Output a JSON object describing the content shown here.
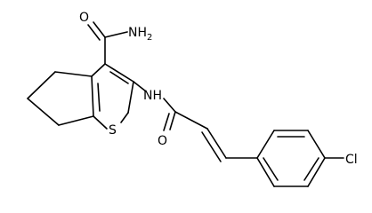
{
  "molecule": {
    "atom_labels": {
      "amide_oxygen": "O",
      "amide_nitrogen": "NH",
      "amide_nitrogen_subscript": "2",
      "amine_nitrogen": "NH",
      "sulfur": "S",
      "acyl_oxygen": "O",
      "chlorine": "Cl"
    }
  },
  "colors": {
    "bond": "#000000",
    "label": "#000000",
    "background": "#ffffff"
  }
}
